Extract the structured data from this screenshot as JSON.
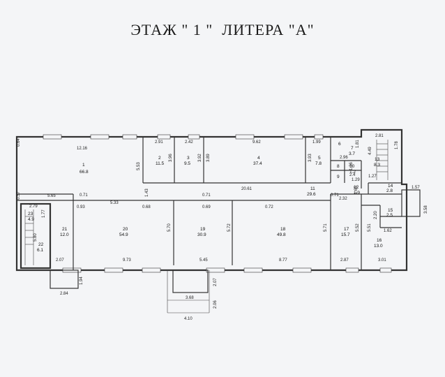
{
  "header": {
    "title": "ЭТАЖ \" 1 \"  ЛИТЕРА \"А\""
  },
  "rooms": [
    {
      "id": "r1",
      "num": "1",
      "area": "66.8"
    },
    {
      "id": "r2",
      "num": "2",
      "area": "11.5"
    },
    {
      "id": "r3",
      "num": "3",
      "area": "9.5"
    },
    {
      "id": "r4",
      "num": "4",
      "area": "37.4"
    },
    {
      "id": "r5",
      "num": "5",
      "area": "7.8"
    },
    {
      "id": "r6",
      "num": "6",
      "area": ""
    },
    {
      "id": "r7",
      "num": "7",
      "area": "3.7"
    },
    {
      "id": "r8",
      "num": "8",
      "area": ""
    },
    {
      "id": "r9",
      "num": "9",
      "area": ""
    },
    {
      "id": "r10",
      "num": "10",
      "area": "1.2"
    },
    {
      "id": "r11",
      "num": "11",
      "area": "29.6"
    },
    {
      "id": "r12",
      "num": "12",
      "area": "1.9"
    },
    {
      "id": "r13",
      "num": "13",
      "area": "8.3"
    },
    {
      "id": "r14",
      "num": "14",
      "area": "2.8"
    },
    {
      "id": "r15",
      "num": "15",
      "area": "2.5"
    },
    {
      "id": "r16",
      "num": "16",
      "area": "13.0"
    },
    {
      "id": "r17",
      "num": "17",
      "area": "15.7"
    },
    {
      "id": "r18",
      "num": "18",
      "area": "49.8"
    },
    {
      "id": "r19",
      "num": "19",
      "area": "30.9"
    },
    {
      "id": "r20",
      "num": "20",
      "area": "54.9"
    },
    {
      "id": "r21",
      "num": "21",
      "area": "12.0"
    },
    {
      "id": "r22",
      "num": "22",
      "area": "6.1"
    },
    {
      "id": "r23",
      "num": "23",
      "area": "4.9"
    }
  ],
  "dimensions": {
    "d_0_64": "0.64",
    "d_12_16": "12.16",
    "d_2_91": "2.91",
    "d_2_42": "2.42",
    "d_9_62": "9.62",
    "d_1_99": "1.99",
    "d_2_81": "2.81",
    "d_1_78": "1.78",
    "d_4_49": "4.49",
    "d_5_53": "5.53",
    "d_3_96": "3.96",
    "d_3_92": "3.92",
    "d_3_89": "3.89",
    "d_3_93": "3.93",
    "d_2_96": "2.96",
    "d_1_81": "1.81",
    "d_1_36": "1.36",
    "d_2_4": "2.4",
    "d_1_29": "1.29",
    "d_1_27": "1.27",
    "d_1_43": "1.43",
    "d_20_61": "20.61",
    "d_0_71a": "0.71",
    "d_0_71b": "0.71",
    "d_0_71c": "0.71",
    "d_1_65": "1.65",
    "d_1_57": "1.57",
    "d_0_57": "0.57",
    "d_5_65": "5.65",
    "d_0_93": "0.93",
    "d_5_33": "5.33",
    "d_0_68": "0.68",
    "d_0_69": "0.69",
    "d_0_72": "0.72",
    "d_2_32": "2.32",
    "d_2_79": "2.79",
    "d_1_77": "1.77",
    "d_2_20": "2.20",
    "d_3_58": "3.58",
    "d_1_62": "1.62",
    "d_5_80": "5.80",
    "d_5_70": "5.70",
    "d_5_72": "5.72",
    "d_5_71": "5.71",
    "d_5_52": "5.52",
    "d_5_51": "5.51",
    "d_2_07a": "2.07",
    "d_9_73": "9.73",
    "d_5_45": "5.45",
    "d_8_77": "8.77",
    "d_2_87": "2.87",
    "d_3_01": "3.01",
    "d_1_94": "1.94",
    "d_2_84": "2.84",
    "d_2_07b": "2.07",
    "d_3_68": "3.68",
    "d_2_06": "2.06",
    "d_4_10": "4.10"
  }
}
